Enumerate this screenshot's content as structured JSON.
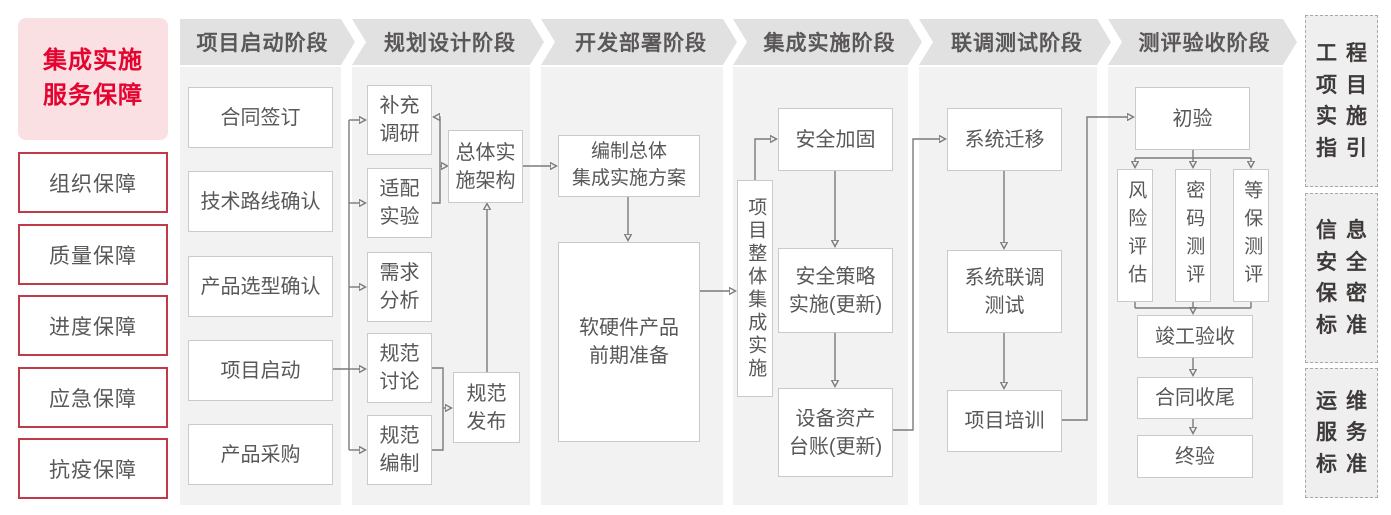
{
  "palette": {
    "accent_red": "#e5032f",
    "red_border": "#c13a4a",
    "pink_bg": "#fadfe3",
    "panel_bg": "#f3f2f2",
    "header_bg": "#e2e1e1",
    "node_border": "#cacaca",
    "text_gray": "#595757",
    "line_gray": "#7a7a7a",
    "standards_text": "#3e3a39"
  },
  "sidebar": {
    "title": "集成实施\n服务保障",
    "items": [
      {
        "label": "组织保障"
      },
      {
        "label": "质量保障"
      },
      {
        "label": "进度保障"
      },
      {
        "label": "应急保障"
      },
      {
        "label": "抗疫保障"
      }
    ]
  },
  "phases": [
    {
      "label": "项目启动阶段"
    },
    {
      "label": "规划设计阶段"
    },
    {
      "label": "开发部署阶段"
    },
    {
      "label": "集成实施阶段"
    },
    {
      "label": "联调测试阶段"
    },
    {
      "label": "测评验收阶段"
    }
  ],
  "nodes": {
    "contract": "合同签订",
    "tech_route": "技术路线确认",
    "product_select": "产品选型确认",
    "kickoff": "项目启动",
    "procurement": "产品采购",
    "supplement": "补充\n调研",
    "adaptation": "适配\n实验",
    "requirement": "需求\n分析",
    "spec_discuss": "规范\n讨论",
    "spec_draft": "规范\n编制",
    "overall_arch": "总体实\n施架构",
    "spec_release": "规范\n发布",
    "overall_plan": "编制总体\n集成实施方案",
    "product_prepare": "软硬件产品\n前期准备",
    "project_integration": "项目整体集成实施",
    "security_hardening": "安全加固",
    "security_policy": "安全策略\n实施(更新)",
    "asset_ledger": "设备资产\n台账(更新)",
    "system_migration": "系统迁移",
    "joint_debug_test": "系统联调\n测试",
    "project_training": "项目培训",
    "initial_acceptance": "初验",
    "risk_assessment": "风险评估",
    "crypto_evaluation": "密码测评",
    "classified_protection_evaluation": "等保测评",
    "completion_acceptance": "竣工验收",
    "contract_closure": "合同收尾",
    "final_acceptance": "终验"
  },
  "standards": [
    {
      "text": "工程\n项目\n实施\n指引"
    },
    {
      "text": "信息\n安全\n保密\n标准"
    },
    {
      "text": "运维\n服务\n标准"
    }
  ]
}
